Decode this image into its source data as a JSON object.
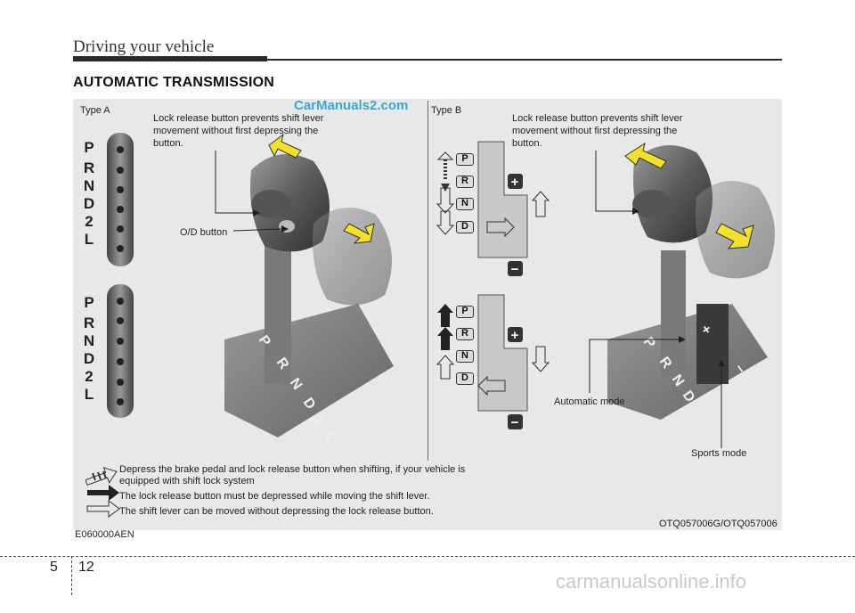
{
  "header": {
    "title": "Driving your vehicle"
  },
  "section_title": "AUTOMATIC TRANSMISSION",
  "watermark_top": "CarManuals2.com",
  "type_a": {
    "label": "Type A",
    "lock_note": [
      "Lock release button prevents shift lever",
      "movement without first depressing the",
      "button."
    ],
    "od_button": "O/D button",
    "gears": [
      "P",
      "R",
      "N",
      "D",
      "2",
      "L"
    ]
  },
  "type_b": {
    "label": "Type B",
    "lock_note": [
      "Lock release button prevents shift lever",
      "movement without first depressing the",
      "button."
    ],
    "gate_keys": [
      "P",
      "R",
      "N",
      "D"
    ],
    "automatic_mode": "Automatic mode",
    "sports_mode": "Sports mode"
  },
  "legend": [
    {
      "icon": "hatched-arrow-icon",
      "text": "Depress the brake pedal and lock release button when shifting, if your vehicle is"
    },
    {
      "icon": "",
      "text": "equipped with shift lock system"
    },
    {
      "icon": "solid-arrow-icon",
      "text": "The lock release button must be depressed while moving the shift lever."
    },
    {
      "icon": "outline-arrow-icon",
      "text": "The shift lever can be moved without depressing the lock release button."
    }
  ],
  "figure_code": "OTQ057006G/OTQ057006",
  "section_code": "E060000AEN",
  "footer": {
    "chapter": "5",
    "page": "12"
  },
  "watermark_bottom": "carmanualsonline.info",
  "colors": {
    "panel": "#e8e8e8",
    "arrow_yellow": "#f2e02a",
    "watermark_blue": "#38a8d6"
  }
}
